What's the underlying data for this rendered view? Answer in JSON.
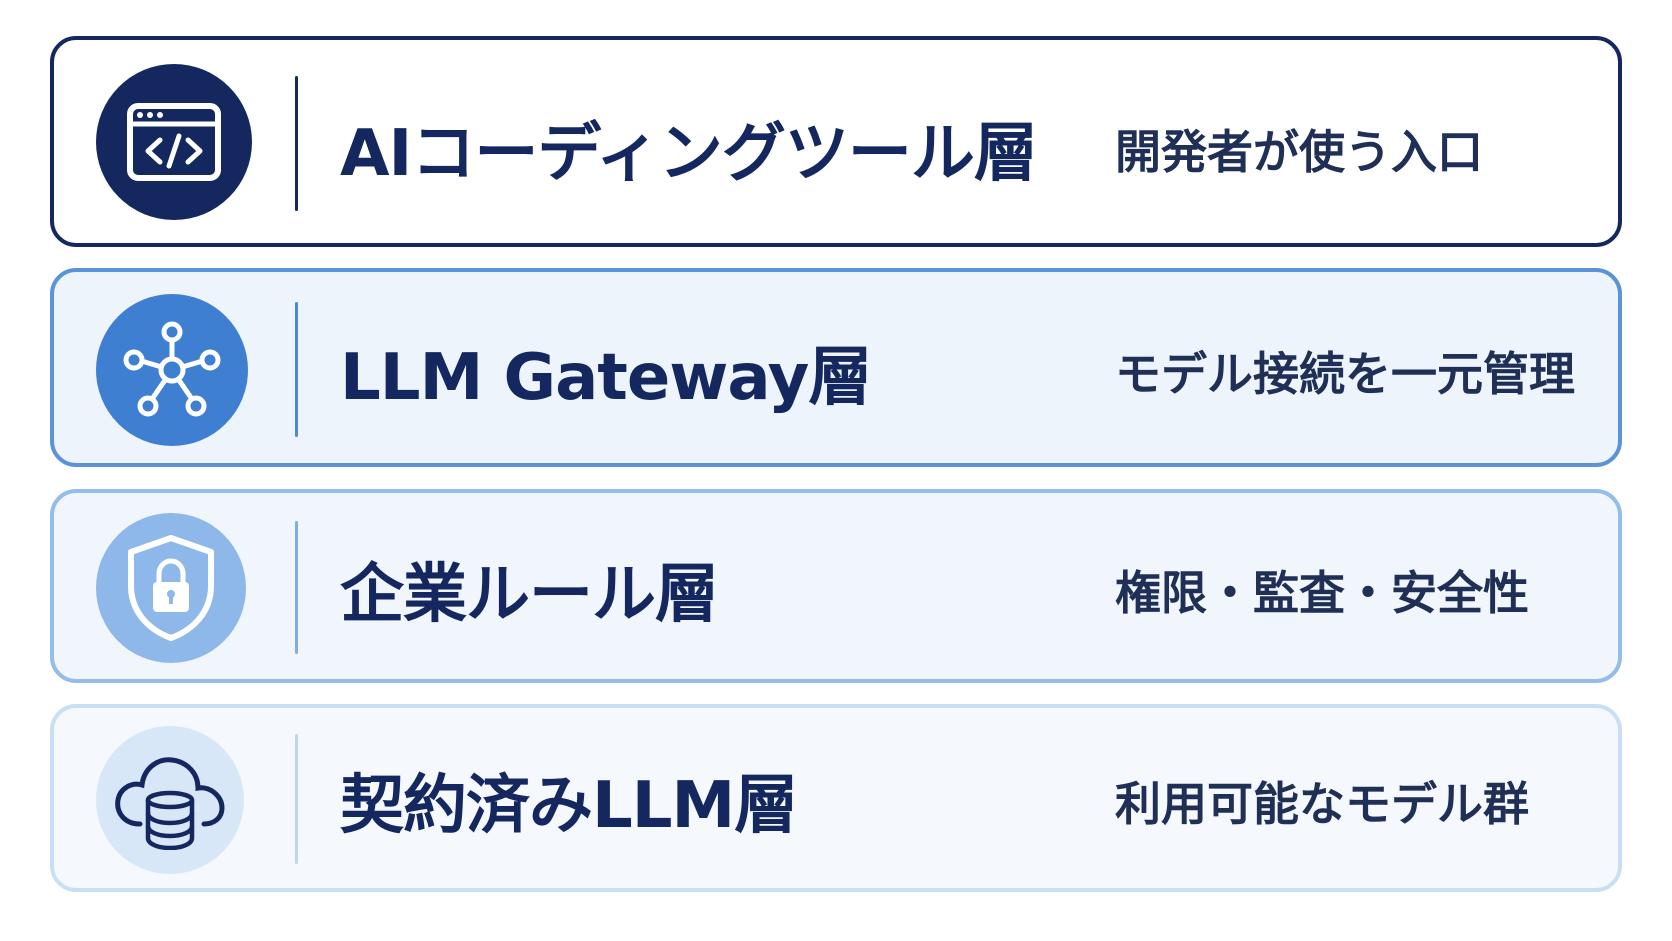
{
  "layers": [
    {
      "title": "AIコーディングツール層",
      "description": "開発者が使う入口",
      "icon": "code-window-icon"
    },
    {
      "title": "LLM Gateway層",
      "description": "モデル接続を一元管理",
      "icon": "network-hub-icon"
    },
    {
      "title": "企業ルール層",
      "description": "権限・監査・安全性",
      "icon": "shield-lock-icon"
    },
    {
      "title": "契約済みLLM層",
      "description": "利用可能なモデル群",
      "icon": "cloud-database-icon"
    }
  ],
  "colors": {
    "navy": "#14285f",
    "blue": "#3f7fd2",
    "light_blue": "#8fb8ea",
    "pale_blue": "#d8e7f8"
  }
}
